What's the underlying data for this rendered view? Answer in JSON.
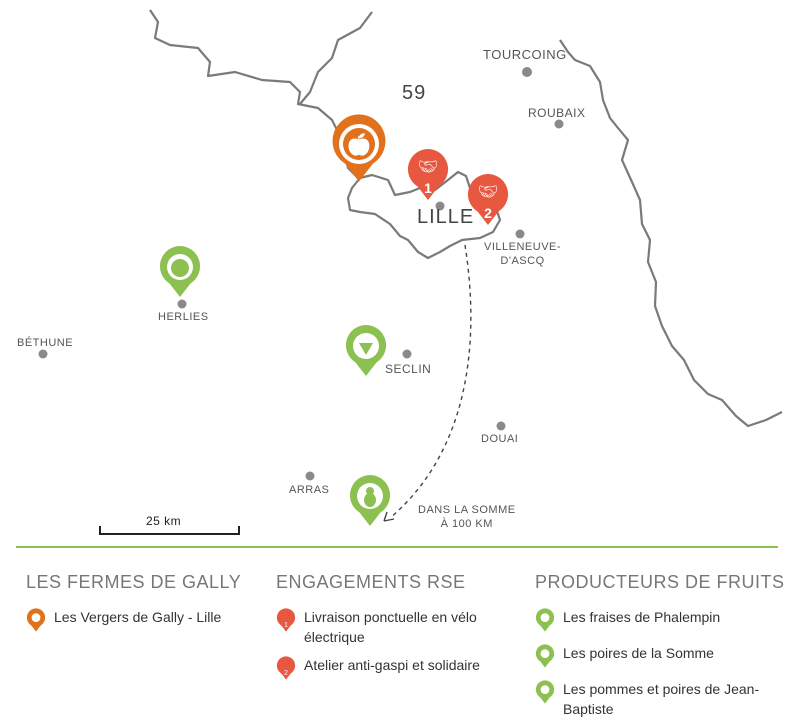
{
  "colors": {
    "orange": "#e2711d",
    "red": "#e8573f",
    "green": "#8cc152",
    "border": "#7a7a7a",
    "dot": "#8a8a8a",
    "divider": "#8cc152"
  },
  "map": {
    "department": "59",
    "cities": {
      "tourcoing": "TOURCOING",
      "roubaix": "ROUBAIX",
      "lille": "LILLE",
      "villeneuve_1": "VILLENEUVE-",
      "villeneuve_2": "D'ASCQ",
      "herlies": "HERLIES",
      "bethune": "BÉTHUNE",
      "seclin": "SECLIN",
      "douai": "DOUAI",
      "arras": "ARRAS"
    },
    "somme_note_1": "DANS LA SOMME",
    "somme_note_2": "À 100 KM",
    "pin_numbers": [
      "1",
      "2"
    ],
    "scale": "25 km"
  },
  "legend": [
    {
      "title": "LES FERMES DE GALLY",
      "items": [
        {
          "label": "Les Vergers de Gally - Lille",
          "icon": "apple-pin-orange"
        }
      ]
    },
    {
      "title": "ENGAGEMENTS RSE",
      "items": [
        {
          "label": "Livraison ponctuelle en vélo électrique",
          "icon": "handshake-pin-1",
          "number": "1"
        },
        {
          "label": "Atelier anti-gaspi et solidaire",
          "icon": "handshake-pin-2",
          "number": "2"
        }
      ]
    },
    {
      "title": "PRODUCTEURS DE FRUITS",
      "items": [
        {
          "label": "Les fraises de Phalempin",
          "icon": "strawberry-pin"
        },
        {
          "label": "Les poires de la Somme",
          "icon": "pear-pin"
        },
        {
          "label": "Les pommes et poires de Jean-Baptiste",
          "icon": "apple-pin-green"
        }
      ]
    }
  ]
}
